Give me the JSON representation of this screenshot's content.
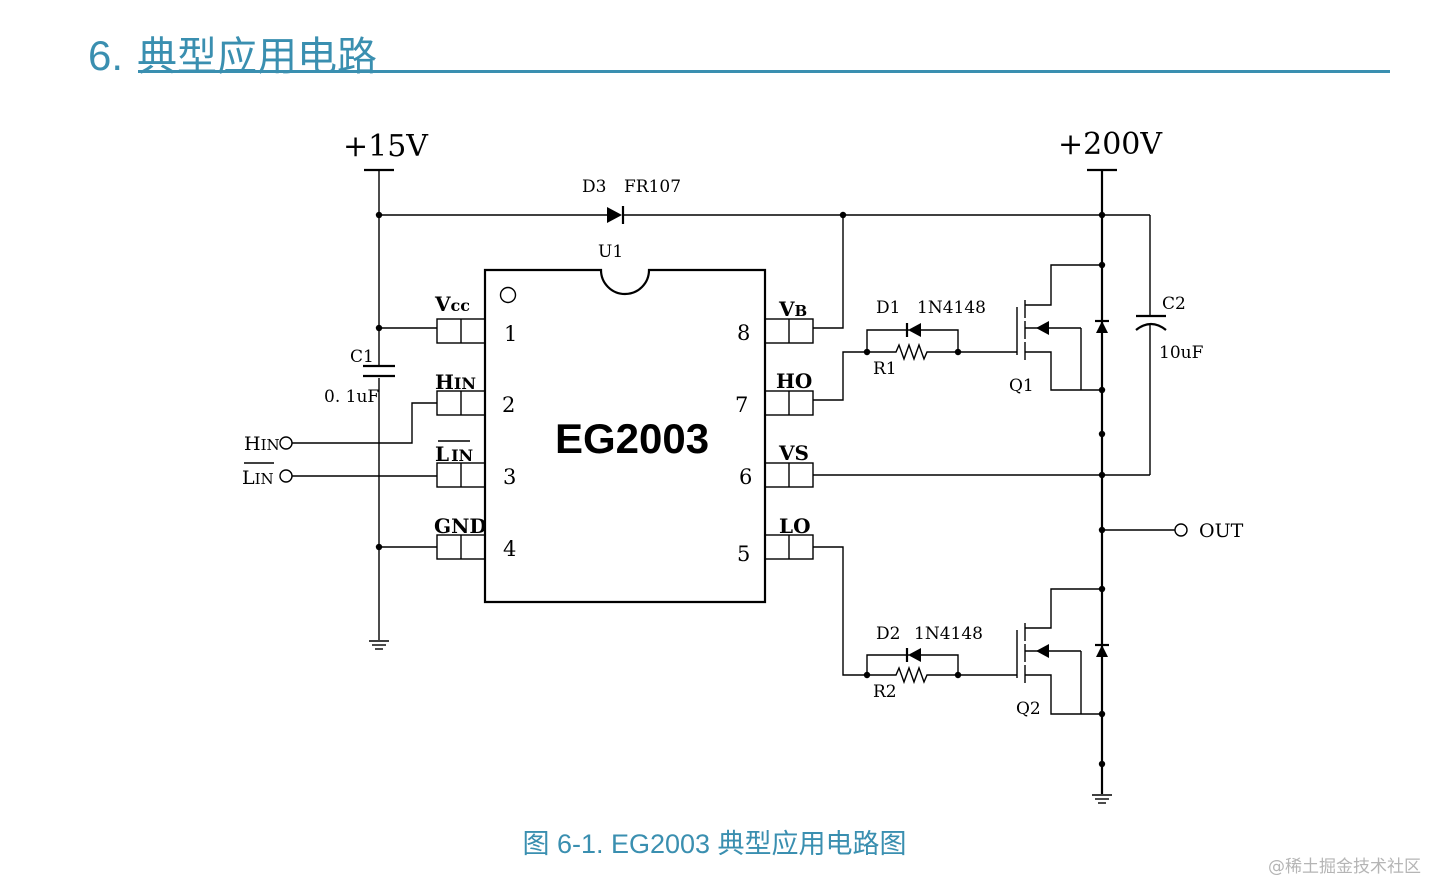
{
  "heading": {
    "number": "6.",
    "title": "典型应用电路"
  },
  "rails": {
    "vcc": "+15V",
    "hv": "+200V"
  },
  "chip": {
    "name": "EG2003",
    "ref": "U1"
  },
  "pins": [
    {
      "num": "1",
      "name": "Vcc"
    },
    {
      "num": "2",
      "name": "HIN"
    },
    {
      "num": "3",
      "name": "LIN"
    },
    {
      "num": "4",
      "name": "GND"
    },
    {
      "num": "5",
      "name": "LO"
    },
    {
      "num": "6",
      "name": "VS"
    },
    {
      "num": "7",
      "name": "HO"
    },
    {
      "num": "8",
      "name": "VB"
    }
  ],
  "pin_label_parts": {
    "vcc_v": "V",
    "vcc_cc": "cc",
    "hin_h": "H",
    "hin_in": "IN",
    "lin_l": "L",
    "lin_in": "IN",
    "vb_v": "V",
    "vb_b": "B"
  },
  "inputs": {
    "hin_h": "H",
    "hin_in": "IN",
    "lin_l": "L",
    "lin_in": "IN"
  },
  "output": "OUT",
  "components": {
    "d3": {
      "ref": "D3",
      "value": "FR107"
    },
    "c1": {
      "ref": "C1",
      "value": "0. 1uF"
    },
    "c2": {
      "ref": "C2",
      "value": "10uF"
    },
    "d1": {
      "ref": "D1",
      "value": "1N4148"
    },
    "r1": {
      "ref": "R1"
    },
    "d2": {
      "ref": "D2",
      "value": "1N4148"
    },
    "r2": {
      "ref": "R2"
    },
    "q1": {
      "ref": "Q1"
    },
    "q2": {
      "ref": "Q2"
    }
  },
  "caption": "图 6-1. EG2003 典型应用电路图",
  "watermark": "@稀土掘金技术社区",
  "colors": {
    "accent": "#3a8fb0",
    "ink": "#000000",
    "watermark": "#b5b5b5"
  }
}
